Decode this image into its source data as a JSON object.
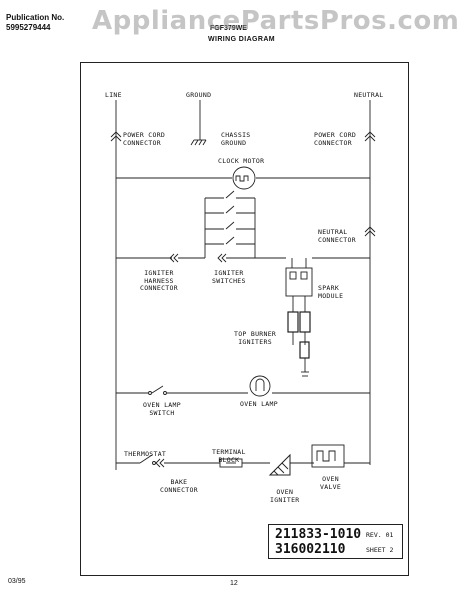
{
  "header": {
    "pub_label": "Publication No.",
    "pub_number": "5995279444",
    "model": "FGF379WE",
    "title": "WIRING DIAGRAM",
    "watermark": "AppliancePartsPros.com"
  },
  "labels": {
    "line": "LINE",
    "ground": "GROUND",
    "neutral": "NEUTRAL",
    "power_cord_left": "POWER CORD\nCONNECTOR",
    "chassis_ground": "CHASSIS\nGROUND",
    "power_cord_right": "POWER CORD\nCONNECTOR",
    "clock_motor": "CLOCK MOTOR",
    "neutral_connector": "NEUTRAL\nCONNECTOR",
    "igniter_harness": "IGNITER\nHARNESS\nCONNECTOR",
    "igniter_switches": "IGNITER\nSWITCHES",
    "spark_module": "SPARK\nMODULE",
    "top_burner_igniters": "TOP BURNER\nIGNITERS",
    "oven_lamp_switch": "OVEN LAMP\nSWITCH",
    "oven_lamp": "OVEN LAMP",
    "thermostat": "THERMOSTAT",
    "terminal_block": "TERMINAL\nBLOCK",
    "bake_connector": "BAKE\nCONNECTOR",
    "oven_igniter": "OVEN\nIGNITER",
    "oven_valve": "OVEN\nVALVE"
  },
  "part_box": {
    "part_number_1": "211833-1010",
    "rev": "REV. 01",
    "part_number_2": "316002110",
    "sheet": "SHEET 2"
  },
  "footer": {
    "date": "03/95",
    "page": "12"
  }
}
